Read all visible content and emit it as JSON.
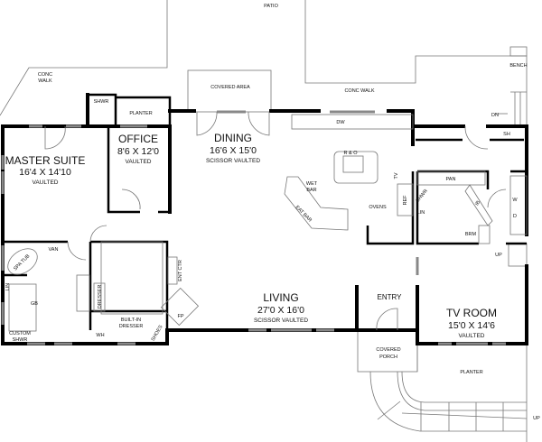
{
  "plan": {
    "exterior": {
      "patio": "PATIO",
      "conc_walk_left_1": "CONC",
      "conc_walk_left_2": "WALK",
      "covered_area": "COVERED AREA",
      "conc_walk": "CONC WALK",
      "bench": "BENCH",
      "dn": "DN",
      "up_1": "UP",
      "up_2": "UP",
      "covered_porch_1": "COVERED",
      "covered_porch_2": "PORCH",
      "planter": "PLANTER"
    },
    "rooms": {
      "master_suite": {
        "name": "MASTER SUITE",
        "size": "16'4 X 14'10",
        "note": "VAULTED"
      },
      "office": {
        "name": "OFFICE",
        "size": "8'6 X 12'0",
        "note": "VAULTED"
      },
      "dining": {
        "name": "DINING",
        "size": "16'6 X 15'0",
        "note": "SCISSOR VAULTED"
      },
      "living": {
        "name": "LIVING",
        "size": "27'0 X 16'0",
        "note": "SCISSOR VAULTED"
      },
      "entry": {
        "name": "ENTRY"
      },
      "tv_room": {
        "name": "TV ROOM",
        "size": "15'0 X 14'6",
        "note": "VAULTED"
      }
    },
    "fixtures": {
      "shwr_top": "SHWR",
      "planter_top": "PLANTER",
      "dw": "DW",
      "r_and_o": "R & O",
      "wet_bar_1": "WET",
      "wet_bar_2": "BAR",
      "eat_bar": "EAT BAR",
      "tv": "TV",
      "ref": "REF",
      "ovens": "OVENS",
      "pan": "PAN",
      "shwr_bath": "SHWR",
      "lin_bath": "LIN",
      "ib": "IB",
      "brm": "BRM",
      "sh": "SH",
      "w": "W",
      "d": "D",
      "spa_tub": "SPA TUB",
      "van": "VAN",
      "lin_master": "LIN",
      "gb": "GB",
      "custom_shwr_1": "CUSTOM",
      "custom_shwr_2": "SHWR",
      "dresser": "DRESSER",
      "built_in_dresser_1": "BUILT-IN",
      "built_in_dresser_2": "DRESSER",
      "wh": "WH",
      "ent_ctr": "ENT CTR",
      "fp": "FP",
      "shoes": "SHOES"
    }
  }
}
